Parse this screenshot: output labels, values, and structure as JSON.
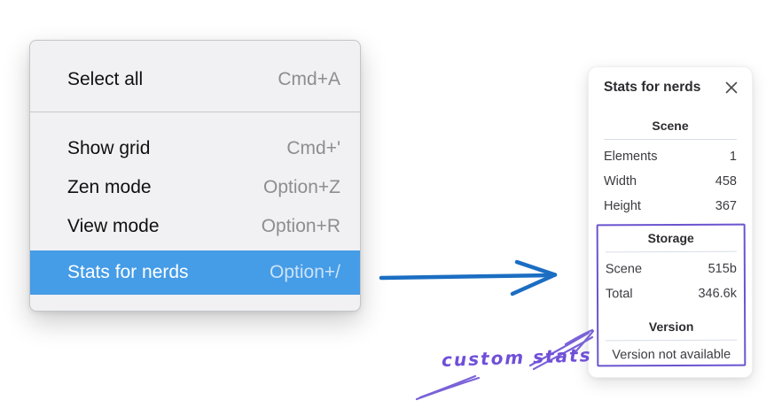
{
  "context_menu": {
    "items": [
      {
        "label": "Select all",
        "shortcut": "Cmd+A",
        "selected": false
      },
      {
        "label": "Show grid",
        "shortcut": "Cmd+'",
        "selected": false
      },
      {
        "label": "Zen mode",
        "shortcut": "Option+Z",
        "selected": false
      },
      {
        "label": "View mode",
        "shortcut": "Option+R",
        "selected": false
      },
      {
        "label": "Stats for nerds",
        "shortcut": "Option+/",
        "selected": true
      }
    ],
    "selection_color": "#459ce7"
  },
  "stats_panel": {
    "title": "Stats for nerds",
    "sections": [
      {
        "heading": "Scene",
        "rows": [
          {
            "label": "Elements",
            "value": "1"
          },
          {
            "label": "Width",
            "value": "458"
          },
          {
            "label": "Height",
            "value": "367"
          }
        ]
      },
      {
        "heading": "Storage",
        "rows": [
          {
            "label": "Scene",
            "value": "515b"
          },
          {
            "label": "Total",
            "value": "346.6k"
          }
        ]
      },
      {
        "heading": "Version",
        "rows": [],
        "note": "Version not available"
      }
    ]
  },
  "annotation": {
    "label": "custom stats",
    "text_color": "#6f4fd8",
    "box_color": "#6b54cf",
    "arrow_color": "#7a62d8",
    "pointer_arrow_color": "#1b6ec2"
  }
}
